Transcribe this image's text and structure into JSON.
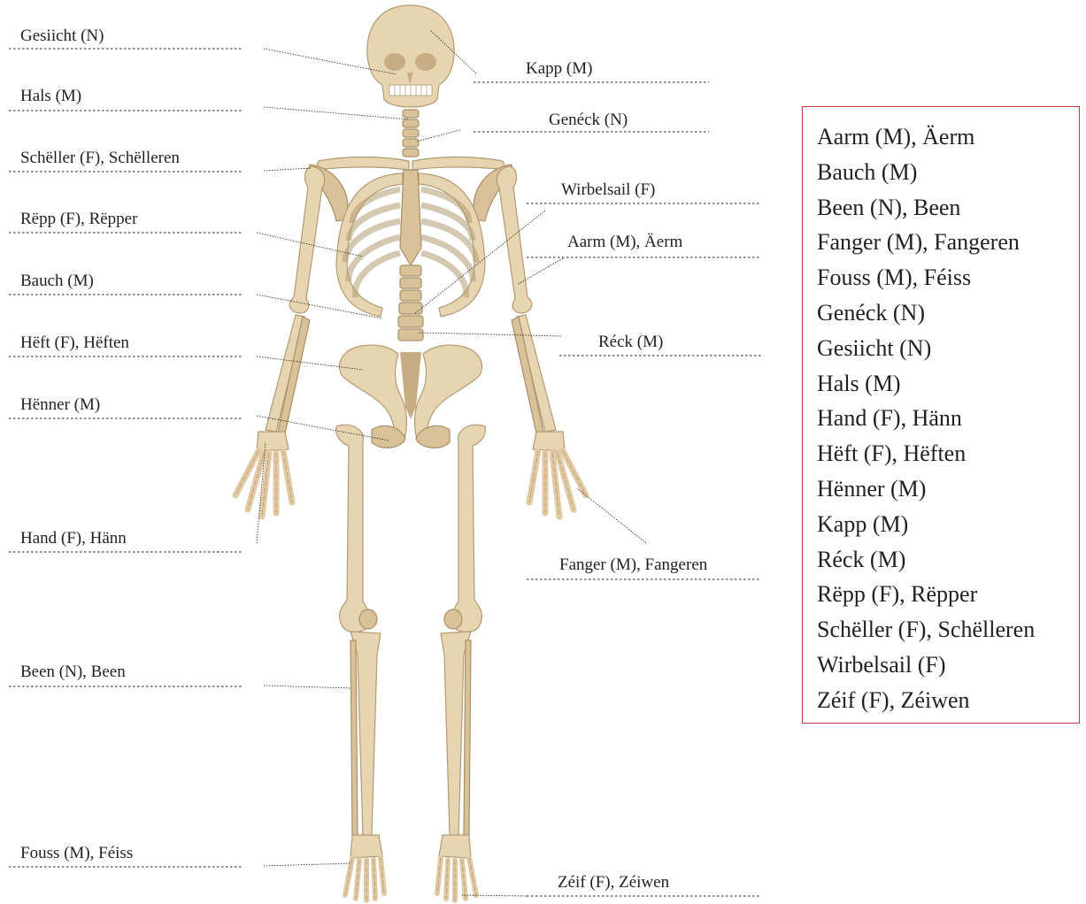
{
  "labels": {
    "gesiicht": "Gesiicht (N)",
    "hals": "Hals (M)",
    "scheller": "Schëller (F), Schëlleren",
    "repp": "Rëpp (F), Rëpper",
    "bauch": "Bauch (M)",
    "heft": "Hëft (F), Hëften",
    "henner": "Hënner (M)",
    "hand": "Hand (F), Hänn",
    "been": "Been (N), Been",
    "fouss": "Fouss (M), Féiss",
    "kapp": "Kapp (M)",
    "geneck": "Genéck (N)",
    "wirbelsail": "Wirbelsail (F)",
    "aarm": "Aarm (M), Äerm",
    "reck": "Réck (M)",
    "fanger": "Fanger (M), Fangeren",
    "zeif": "Zéif (F), Zéiwen"
  },
  "word_bank": [
    "Aarm (M), Äerm",
    "Bauch (M)",
    "Been (N), Been",
    "Fanger (M), Fangeren",
    "Fouss (M), Féiss",
    "Genéck (N)",
    "Gesiicht (N)",
    "Hals (M)",
    "Hand (F), Hänn",
    "Hëft (F), Hëften",
    "Hënner (M)",
    "Kapp (M)",
    "Réck (M)",
    "Rëpp (F), Rëpper",
    "Schëller (F), Schëlleren",
    "Wirbelsail (F)",
    "Zéif (F), Zéiwen"
  ],
  "colors": {
    "bone": "#e7d4b1",
    "box_border": "#c8363d"
  }
}
